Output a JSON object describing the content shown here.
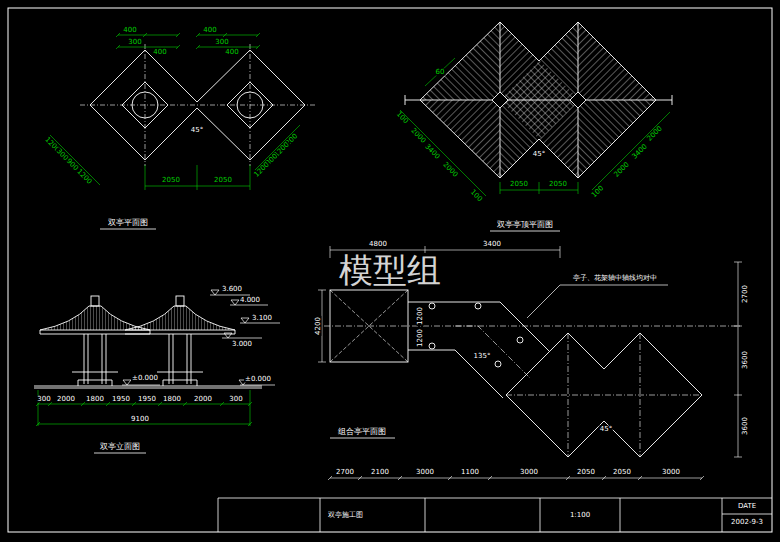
{
  "diagram": {
    "labels": [
      "双亭平面图",
      "400",
      "300",
      "400",
      "400",
      "300",
      "400",
      "1200",
      "300",
      "900",
      "1200",
      "200",
      "1200",
      "300",
      "1200",
      "45°",
      "2050",
      "2050",
      "60",
      "100",
      "2000",
      "3400",
      "2000",
      "100",
      "2000",
      "3400",
      "2000",
      "100",
      "45°",
      "2050",
      "2050",
      "双亭亭顶平面图",
      "3.600",
      "4.000",
      "3.100",
      "3.000",
      "±0.000",
      "±0.000",
      "300",
      "2000",
      "1800",
      "1950",
      "1950",
      "1800",
      "2000",
      "300",
      "9100",
      "双亭立面图",
      "4800",
      "3400",
      "4200",
      "1200",
      "1200",
      "135°",
      "45°",
      "亭子、花架轴中轴线均对中",
      "2700",
      "3600",
      "3600",
      "2700",
      "2100",
      "3000",
      "1100",
      "3000",
      "2050",
      "2050",
      "3000",
      "组合亭平面图",
      "双亭施工图",
      "1:100",
      "DATE",
      "2002-9-3",
      "模型组"
    ]
  }
}
